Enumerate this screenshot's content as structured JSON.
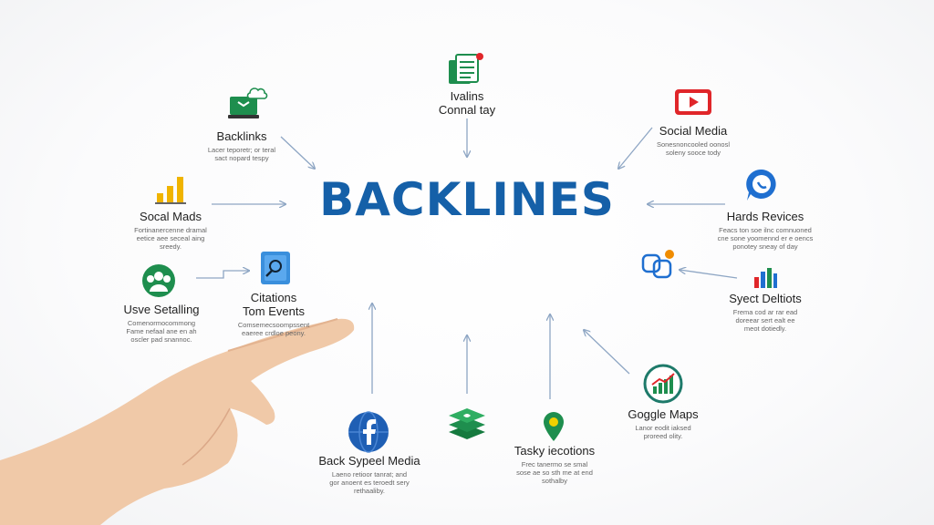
{
  "title": "BACKLINES",
  "colors": {
    "title": "#1560a8",
    "arrow": "#8ea6c4",
    "green": "#1e8e4e",
    "red": "#e0262a",
    "blue": "#1f6fd0",
    "gold": "#f0b400"
  },
  "nodes": [
    {
      "id": "top",
      "icon": "document-icon",
      "label": [
        "Ivalins",
        "Connal tay"
      ],
      "desc": []
    },
    {
      "id": "backlinks",
      "icon": "laptop-cloud-icon",
      "label": [
        "Backlinks"
      ],
      "desc": [
        "Lacer teporetr; or teral",
        "sact nopard tespy"
      ]
    },
    {
      "id": "social-media-right",
      "icon": "play-button-icon",
      "label": [
        "Social Media"
      ],
      "desc": [
        "Sonesnoncooled oonosl",
        "soleny sooce tody"
      ]
    },
    {
      "id": "social-mads",
      "icon": "bar-chart-icon",
      "label": [
        "Socal Mads"
      ],
      "desc": [
        "Fortinanercenne dramal",
        "eetice aee seceal aing",
        "sreedy."
      ]
    },
    {
      "id": "hards-revices",
      "icon": "chat-bubble-icon",
      "label": [
        "Hards Revices"
      ],
      "desc": [
        "Feacs ton soe ilnc comnuoned",
        "cne sone yoomennd er e oencs",
        "ponotey sneay of day"
      ]
    },
    {
      "id": "usve-setalling",
      "icon": "people-circle-icon",
      "label": [
        "Usve Setalling"
      ],
      "desc": [
        "Comenormocommong",
        "Fame nefaal ane en ah",
        "oscler pad snannoc."
      ]
    },
    {
      "id": "citations",
      "icon": "clipboard-search-icon",
      "label": [
        "Citations",
        "Tom Events"
      ],
      "desc": [
        "Comsemecsoompssent",
        "eaeree crdloe peony."
      ]
    },
    {
      "id": "syect-deltiots",
      "icon": "link-icon",
      "label": [
        "Syect Deltiots"
      ],
      "desc": [
        "Frema cod ar rar ead",
        "doreear sert ealt ee",
        "meot dotiedly."
      ]
    },
    {
      "id": "back-speel-media",
      "icon": "facebook-globe-icon",
      "label": [
        "Back Sypeel Media"
      ],
      "desc": [
        "Laeno retioor tanrat; and",
        "gor anoent es teroedt sery",
        "rethaaliby."
      ]
    },
    {
      "id": "layers",
      "icon": "layers-icon",
      "label": [],
      "desc": []
    },
    {
      "id": "tasky-iecotions",
      "icon": "map-pin-icon",
      "label": [
        "Tasky iecotions"
      ],
      "desc": [
        "Frec tanermo se smal",
        "sose ae so sth me at end",
        "sothalby"
      ]
    },
    {
      "id": "goggle-maps",
      "icon": "growth-chart-icon",
      "label": [
        "Goggle Maps"
      ],
      "desc": [
        "Lanor eodit iaksed",
        "proreed olity."
      ]
    }
  ]
}
